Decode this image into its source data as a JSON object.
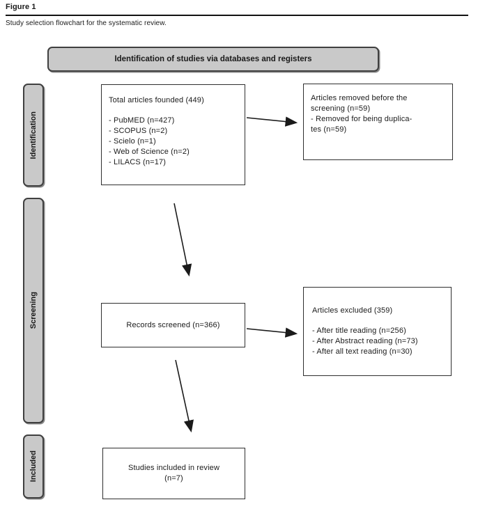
{
  "figure": {
    "label": "Figure 1",
    "caption": "Study selection flowchart for the systematic review."
  },
  "colors": {
    "gray_box_fill": "#c9c9c9",
    "gray_box_border": "#3f3f3f",
    "white_box_border": "#2e2e2e",
    "arrow": "#1a1a1a"
  },
  "banner": {
    "label": "Identification of studies via databases and registers"
  },
  "stages": {
    "identification": "Identification",
    "screening": "Screening",
    "included": "Included"
  },
  "boxes": {
    "total_articles": {
      "title": "Total articles founded (449)",
      "items": [
        "- PubMED (n=427)",
        "- SCOPUS (n=2)",
        "- Scielo (n=1)",
        "- Web of Science (n=2)",
        "- LILACS (n=17)"
      ]
    },
    "removed_before_screening": {
      "title_line1": "Articles removed before the",
      "title_line2": "screening (n=59)",
      "item_line1": "- Removed for being duplica-",
      "item_line2": "tes (n=59)"
    },
    "records_screened": {
      "title": "Records screened (n=366)"
    },
    "articles_excluded": {
      "title": "Articles excluded (359)",
      "items": [
        "- After title reading (n=256)",
        "- After Abstract reading (n=73)",
        "- After all text reading (n=30)"
      ]
    },
    "studies_included": {
      "line1": "Studies included in review",
      "line2": "(n=7)"
    }
  }
}
